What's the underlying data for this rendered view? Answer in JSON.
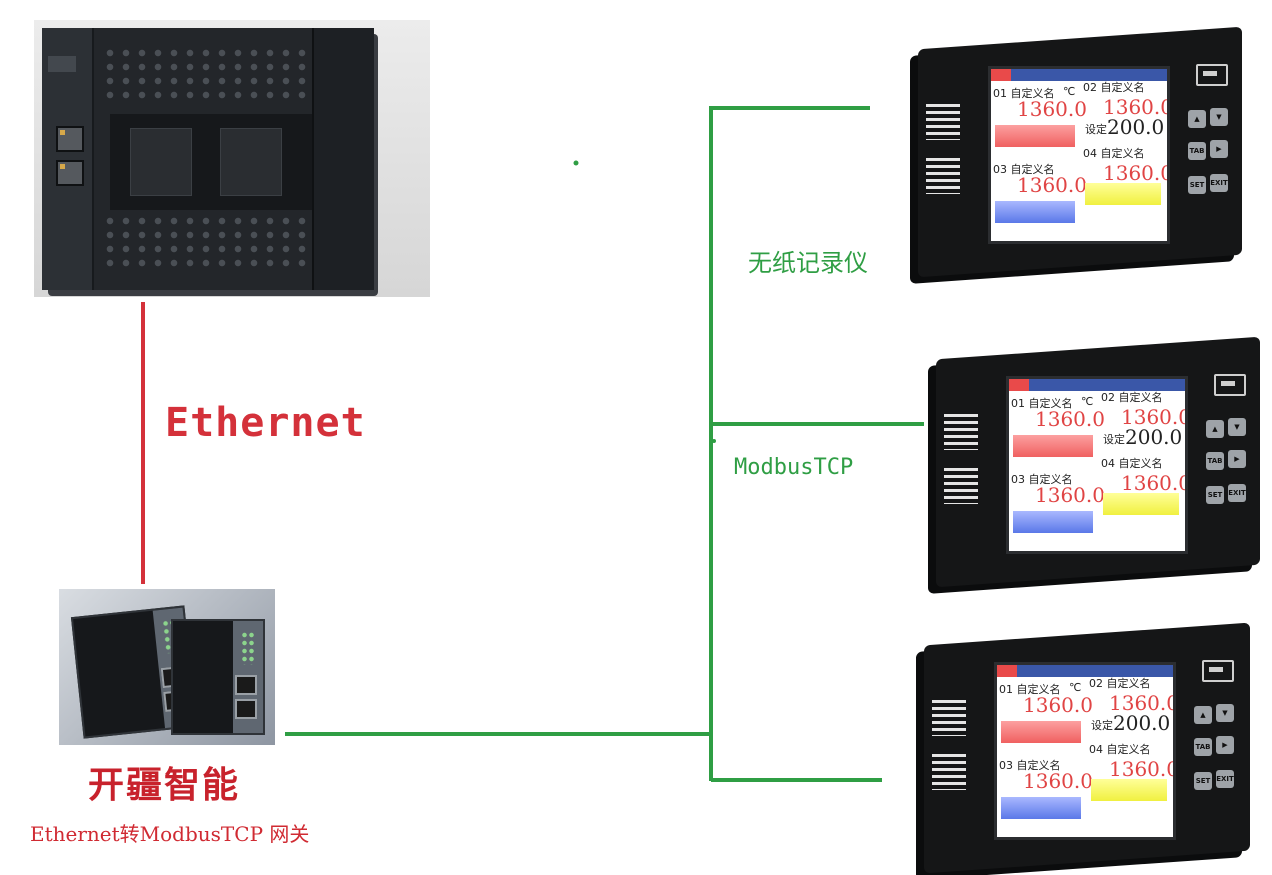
{
  "labels": {
    "ethernet": "Ethernet",
    "paperless_recorder": "无纸记录仪",
    "modbus_tcp": "ModbusTCP",
    "brand": "开疆智能",
    "gateway": "Ethernet转ModbusTCP 网关"
  },
  "recorder_screen": {
    "ch1": "01 自定义名",
    "ch2": "02 自定义名",
    "ch3": "03 自定义名",
    "ch4": "04 自定义名",
    "unit": "℃",
    "value": "1360.0",
    "setpoint_label": "设定",
    "setpoint_value": "200.0",
    "keys": [
      "TAB",
      "SET",
      "EXIT"
    ]
  },
  "colors": {
    "ethernet_line": "#d4313a",
    "modbus_line": "#2f9e44"
  }
}
